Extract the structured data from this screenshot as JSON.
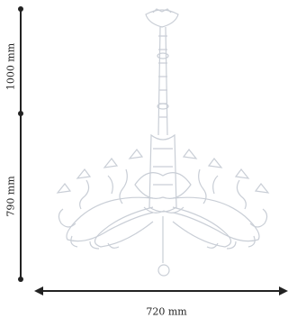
{
  "dimensions": {
    "upper_height": "1000 mm",
    "lower_height": "790 mm",
    "width": "720 mm"
  },
  "colors": {
    "line": "#222222",
    "product": "#c9ced6"
  }
}
